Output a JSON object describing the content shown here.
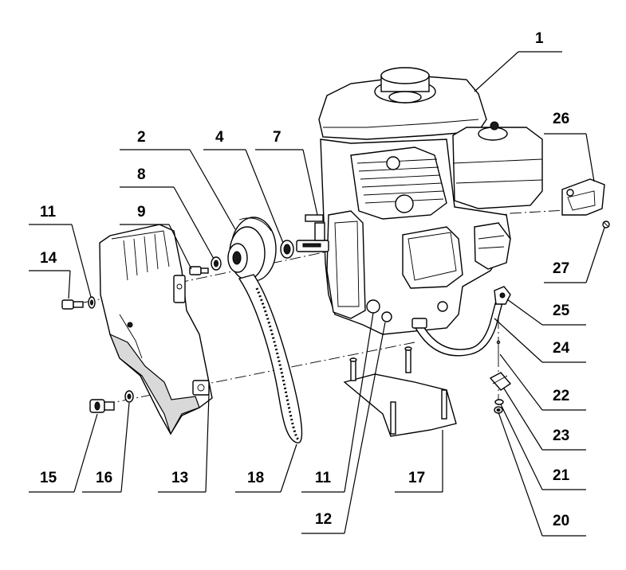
{
  "labels": {
    "l1": "1",
    "l2": "2",
    "l4": "4",
    "l7": "7",
    "l8": "8",
    "l9": "9",
    "l11a": "11",
    "l14": "14",
    "l26": "26",
    "l27": "27",
    "l25": "25",
    "l24": "24",
    "l22": "22",
    "l23": "23",
    "l21": "21",
    "l20": "20",
    "l15": "15",
    "l16": "16",
    "l13": "13",
    "l18": "18",
    "l11b": "11",
    "l17": "17",
    "l12": "12"
  }
}
